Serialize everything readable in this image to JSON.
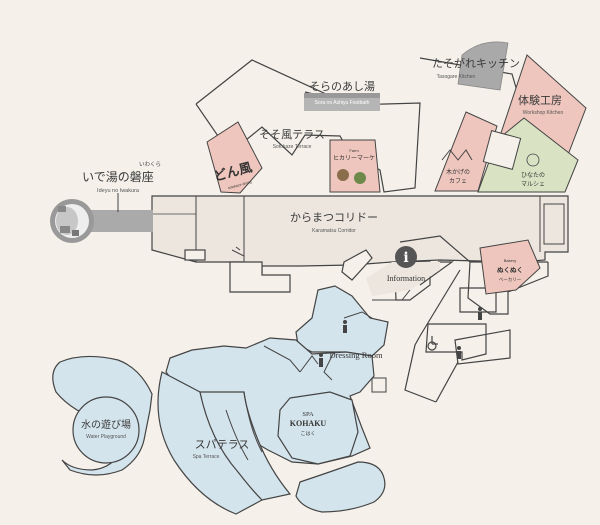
{
  "colors": {
    "background": "#f5f1ea",
    "spa": "#d4e4ec",
    "corridor": "#ece6df",
    "restaurant": "#efc6bd",
    "market": "#d9e3c4",
    "footbath_grey": "#a9a9a9",
    "wall": "#444444"
  },
  "areas": {
    "ideyu": {
      "jp": "いで湯の磐座",
      "ruby": "いわくら",
      "en": "Ideyu no Iwakura"
    },
    "sotokaze": {
      "jp": "そそ風テラス",
      "en": "Sotokaze Terrace"
    },
    "sorano": {
      "jp": "そらのあし湯",
      "en": "Sora no Ashiyu Footbath"
    },
    "tasogare": {
      "jp": "たそがれキッチン",
      "en": "Tasogare Kitchen"
    },
    "workshop": {
      "jp": "体験工房",
      "en": "Workshop Kitchen"
    },
    "karamatsu": {
      "jp": "からまつコリドー",
      "en": "Karamatsu Corridor"
    },
    "information": {
      "en": "Information",
      "icon": "info-icon"
    },
    "dressing": {
      "en": "Dressing Room"
    },
    "water": {
      "jp": "水の遊び場",
      "en": "Water Playground"
    },
    "spa_terrace": {
      "jp": "スパテラス",
      "en": "Spa Terrace"
    },
    "spa": {
      "line1": "SPA",
      "line2": "KOHAKU",
      "line3": "こはく"
    }
  },
  "shops": {
    "dongen": {
      "text": "どん風",
      "sub": "sotokaze dining"
    },
    "farm": {
      "text": "ヒカリーマーケ",
      "sub": "Farm"
    },
    "kokage": {
      "line1": "木かげの",
      "line2": "カフェ"
    },
    "hinata": {
      "line1": "ひなたの",
      "line2": "マルシェ"
    },
    "bakery": {
      "top": "Bakery",
      "main": "ぬくぬく",
      "sub": "ベーカリー"
    }
  }
}
